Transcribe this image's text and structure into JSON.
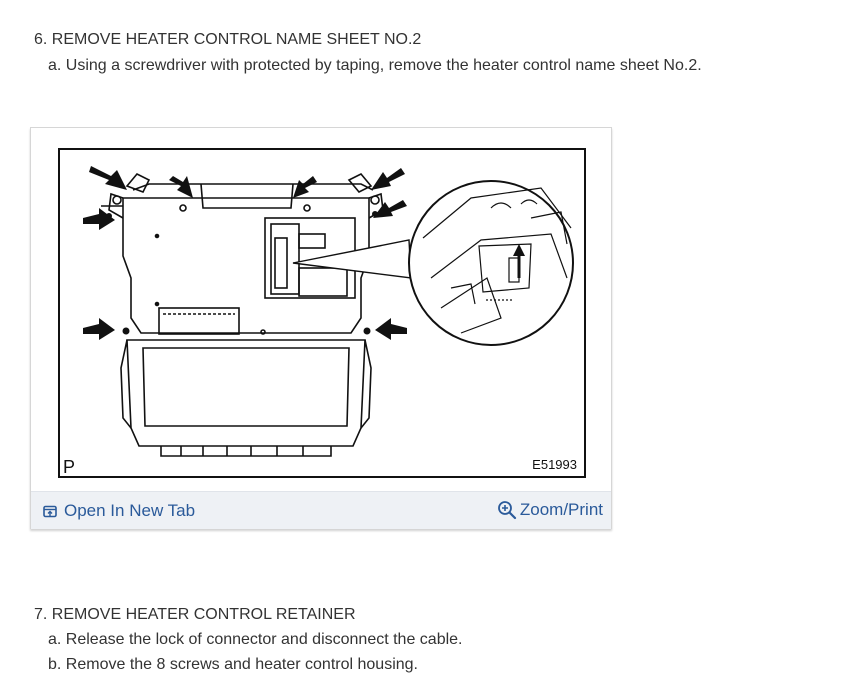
{
  "step6": {
    "title": "6. REMOVE HEATER CONTROL NAME SHEET NO.2",
    "sub_a": "a. Using a screwdriver with protected by taping, remove the heater control name sheet No.2."
  },
  "figure": {
    "corner_label": "P",
    "figure_code": "E51993",
    "open_tab_label": "Open In New Tab",
    "zoom_label": "Zoom/Print",
    "link_color": "#2a5a9a"
  },
  "step7": {
    "title": "7. REMOVE HEATER CONTROL RETAINER",
    "sub_a": "a. Release the lock of connector and disconnect the cable.",
    "sub_b": "b. Remove the 8 screws and heater control housing."
  }
}
